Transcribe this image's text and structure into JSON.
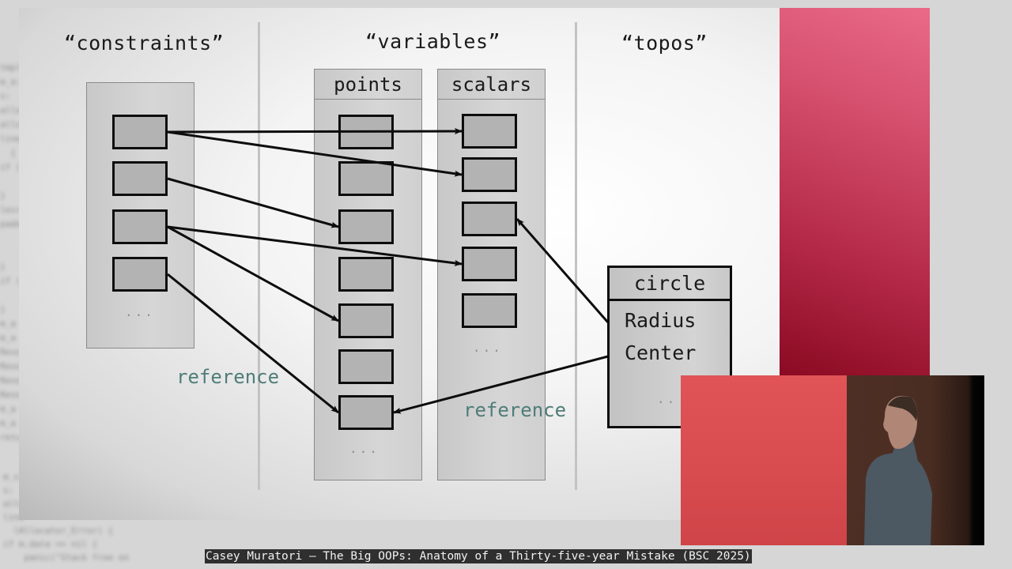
{
  "slide": {
    "headings": {
      "constraints": "“constraints”",
      "variables": "“variables”",
      "topos": "“topos”"
    },
    "columns": {
      "constraints": {
        "label": "",
        "cell_count": 4,
        "ellipsis": "..."
      },
      "points": {
        "label": "points",
        "cell_count": 7,
        "ellipsis": "..."
      },
      "scalars": {
        "label": "scalars",
        "cell_count": 5,
        "ellipsis": "..."
      }
    },
    "circle": {
      "title": "circle",
      "fields": [
        "Radius",
        "Center"
      ],
      "ellipsis": ".."
    },
    "reference_labels": [
      "reference",
      "reference"
    ],
    "arrows": [
      {
        "from": "constraints.0",
        "to": "scalars.0"
      },
      {
        "from": "constraints.0",
        "to": "scalars.1"
      },
      {
        "from": "constraints.1",
        "to": "points.2"
      },
      {
        "from": "constraints.2",
        "to": "scalars.3"
      },
      {
        "from": "constraints.2",
        "to": "points.4"
      },
      {
        "from": "constraints.3",
        "to": "points.6"
      },
      {
        "from": "circle.radius",
        "to": "scalars.2"
      },
      {
        "from": "circle.center",
        "to": "points.6"
      }
    ],
    "colors": {
      "reference_text": "#4f7d78",
      "cell_fill": "#b3b3b3",
      "accent_red": "#b52a49"
    }
  },
  "background_code": [
    "tmpl: &Memory_Arena",
    "m_a: ^Memory_Arena,",
    "s: ",
    "alloc",
    "alloc",
    "line",
    "  {",
    "if (",
    "",
    "}",
    "lesr",
    "padd",
    "",
    "",
    "}",
    "if (",
    "",
    "}",
    "m_a",
    "m_a",
    "Reso",
    "Reso",
    "Reso",
    "Reso",
    "m_a",
    "m_a",
    "retu"
  ],
  "background_code_bottom": [
    "m_s: ^",
    "s:",
    "alloc",
    "line",
    "  lAllocator_Error) {",
    "if m.data == nil {",
    "    panic(\"Stack free on"
  ],
  "video_caption": "Casey Muratori — The Big OOPs: Anatomy of a Thirty-five-year Mistake (BSC 2025)",
  "webcam": {
    "description": "speaker-video-overlay"
  }
}
